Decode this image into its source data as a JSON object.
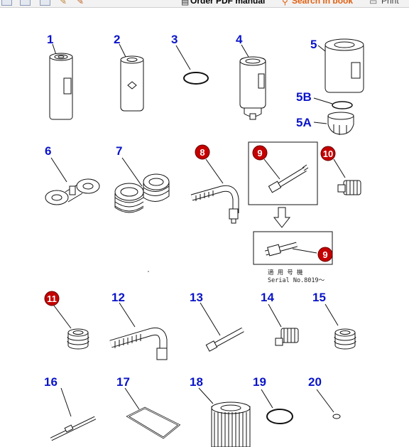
{
  "colors": {
    "callout": "#0a14c8",
    "badge": "#c40000",
    "toolbar_link": "#e06010",
    "line": "#111111"
  },
  "toolbar": {
    "icons": [
      "grid-icon",
      "save-icon",
      "save-icon",
      "wrench-icon",
      "wrench-icon",
      "pdf-icon",
      "search-icon",
      "printer-icon"
    ],
    "order_pdf": "Order PDF manual",
    "search": "Search in book",
    "print": "Print"
  },
  "callouts": {
    "c1": "1",
    "c2": "2",
    "c3": "3",
    "c4": "4",
    "c5": "5",
    "c5b": "5B",
    "c5a": "5A",
    "c6": "6",
    "c7": "7",
    "c8": "8",
    "c9a": "9",
    "c9b": "9",
    "c10": "10",
    "c11": "11",
    "c12": "12",
    "c13": "13",
    "c14": "14",
    "c15": "15",
    "c16": "16",
    "c17": "17",
    "c18": "18",
    "c19": "19",
    "c20": "20"
  },
  "serial_note": {
    "line1": "適 用 号 機",
    "line2": "Serial No.8019～"
  }
}
